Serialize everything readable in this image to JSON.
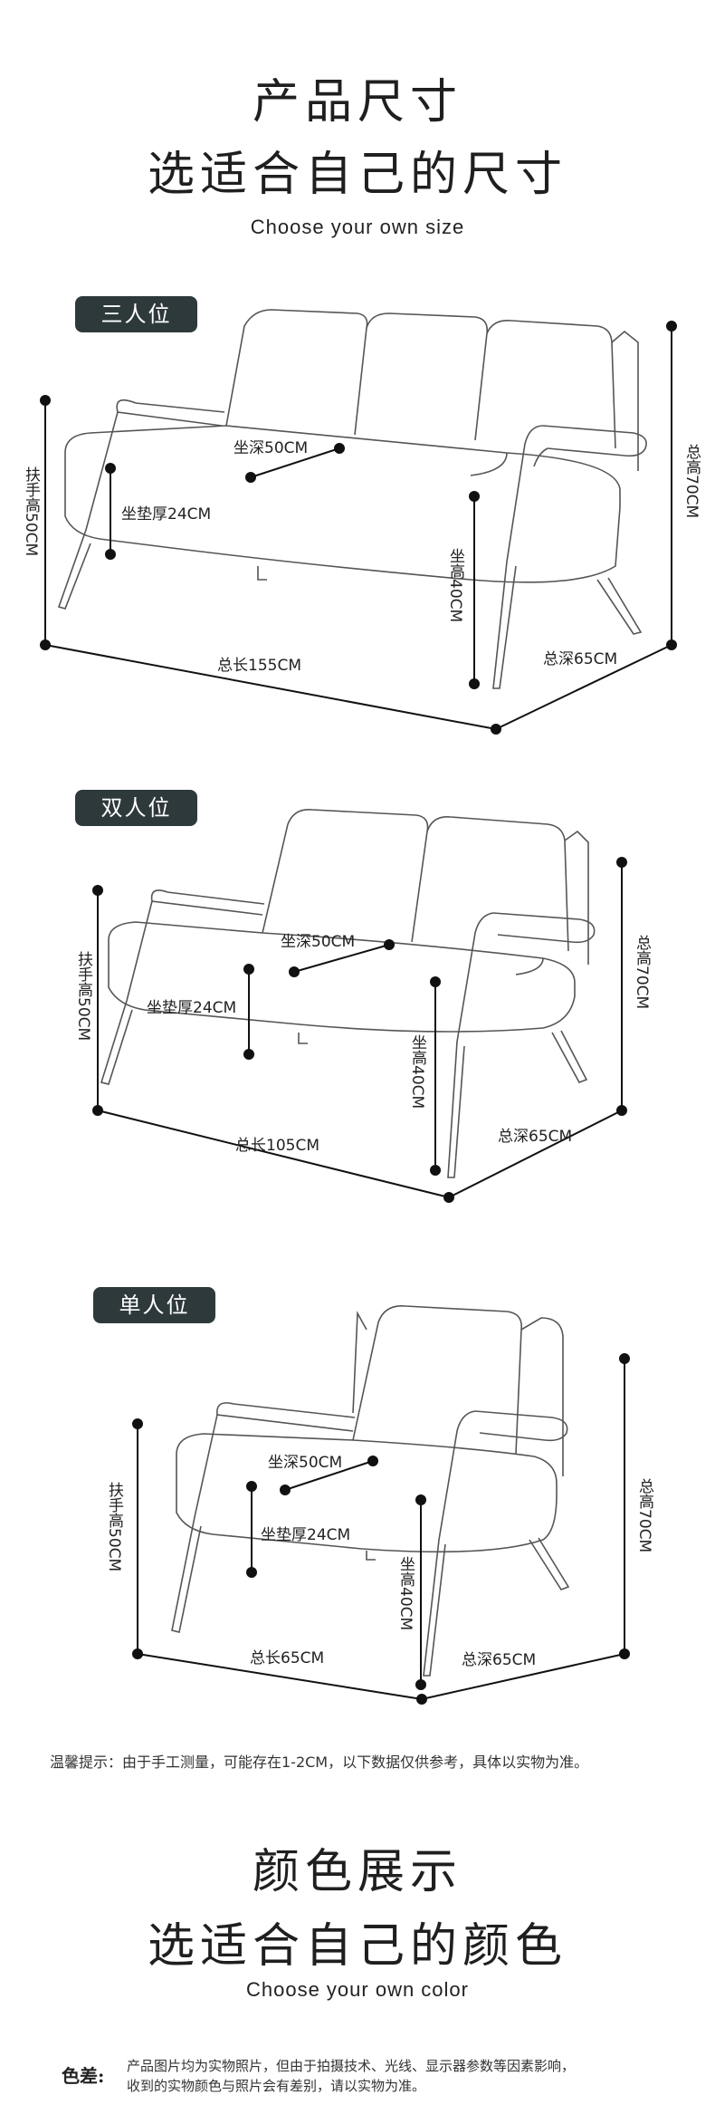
{
  "header": {
    "title": "产品尺寸",
    "subtitle_cn": "选适合自己的尺寸",
    "subtitle_en": "Choose your own size"
  },
  "sections": [
    {
      "name": "三人位",
      "labels": {
        "armrest": "扶手高50CM",
        "seat_depth": "坐深50CM",
        "cushion": "坐垫厚24CM",
        "seat_height": "坐高40CM",
        "total_length": "总长155CM",
        "total_depth": "总深65CM",
        "total_height": "总高70CM"
      }
    },
    {
      "name": "双人位",
      "labels": {
        "armrest": "扶手高50CM",
        "seat_depth": "坐深50CM",
        "cushion": "坐垫厚24CM",
        "seat_height": "坐高40CM",
        "total_length": "总长105CM",
        "total_depth": "总深65CM",
        "total_height": "总高70CM"
      }
    },
    {
      "name": "单人位",
      "labels": {
        "armrest": "扶手高50CM",
        "seat_depth": "坐深50CM",
        "cushion": "坐垫厚24CM",
        "seat_height": "坐高40CM",
        "total_length": "总长65CM",
        "total_depth": "总深65CM",
        "total_height": "总高70CM"
      }
    }
  ],
  "note": "温馨提示：由于手工测量，可能存在1-2CM，以下数据仅供参考，具体以实物为准。",
  "color_section": {
    "title": "颜色展示",
    "subtitle_cn": "选适合自己的颜色",
    "subtitle_en": "Choose your own color",
    "disclaimer_label": "色差:",
    "disclaimer_line1": "产品图片均为实物照片，但由于拍摄技术、光线、显示器参数等因素影响，",
    "disclaimer_line2": "收到的实物颜色与照片会有差别，请以实物为准。"
  }
}
